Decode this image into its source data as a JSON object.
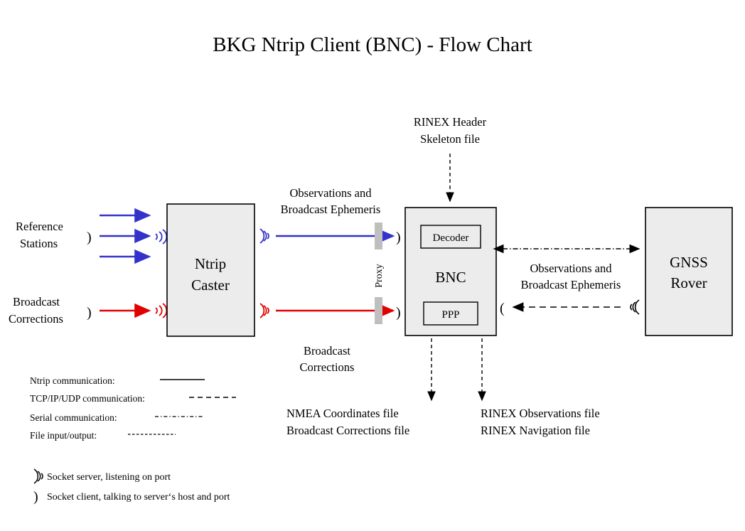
{
  "title": "BKG Ntrip Client (BNC)  -  Flow Chart",
  "colors": {
    "ntrip_blue": "#3333CC",
    "corrections_red": "#E00000",
    "box_fill": "#ECECEC",
    "box_stroke": "#000000",
    "proxy_bar": "#BFBFBF",
    "background": "#FFFFFF"
  },
  "nodes": {
    "ntrip_caster": {
      "label_line1": "Ntrip",
      "label_line2": "Caster"
    },
    "bnc": {
      "label": "BNC",
      "decoder": "Decoder",
      "ppp": "PPP"
    },
    "gnss_rover": {
      "label_line1": "GNSS",
      "label_line2": "Rover"
    }
  },
  "sources": {
    "reference_stations": {
      "line1": "Reference",
      "line2": "Stations"
    },
    "broadcast_corrections": {
      "line1": "Broadcast",
      "line2": "Corrections"
    }
  },
  "flow_labels": {
    "caster_to_bnc_top_line1": "Observations and",
    "caster_to_bnc_top_line2": "Broadcast Ephemeris",
    "caster_to_bnc_bottom_line1": "Broadcast",
    "caster_to_bnc_bottom_line2": "Corrections",
    "bnc_to_rover_line1": "Observations and",
    "bnc_to_rover_line2": "Broadcast Ephemeris",
    "proxy": "Proxy"
  },
  "inputs": {
    "rinex_skeleton_line1": "RINEX Header",
    "rinex_skeleton_line2": "Skeleton file"
  },
  "outputs": {
    "left_line1": "NMEA Coordinates file",
    "left_line2": "Broadcast Corrections file",
    "right_line1": "RINEX Observations file",
    "right_line2": "RINEX Navigation file"
  },
  "legend": {
    "items": [
      {
        "label": "Ntrip communication:",
        "style": "solid"
      },
      {
        "label": "TCP/IP/UDP communication:",
        "style": "dashed"
      },
      {
        "label": "Serial communication:",
        "style": "dash-dot"
      },
      {
        "label": "File input/output:",
        "style": "dotted"
      }
    ]
  },
  "socket_legend": {
    "server": {
      "glyph": "server-antenna-icon",
      "label": "Socket server, listening on port"
    },
    "client": {
      "glyph": "client-paren-icon",
      "label": "Socket client, talking to server‘s host and port"
    }
  }
}
